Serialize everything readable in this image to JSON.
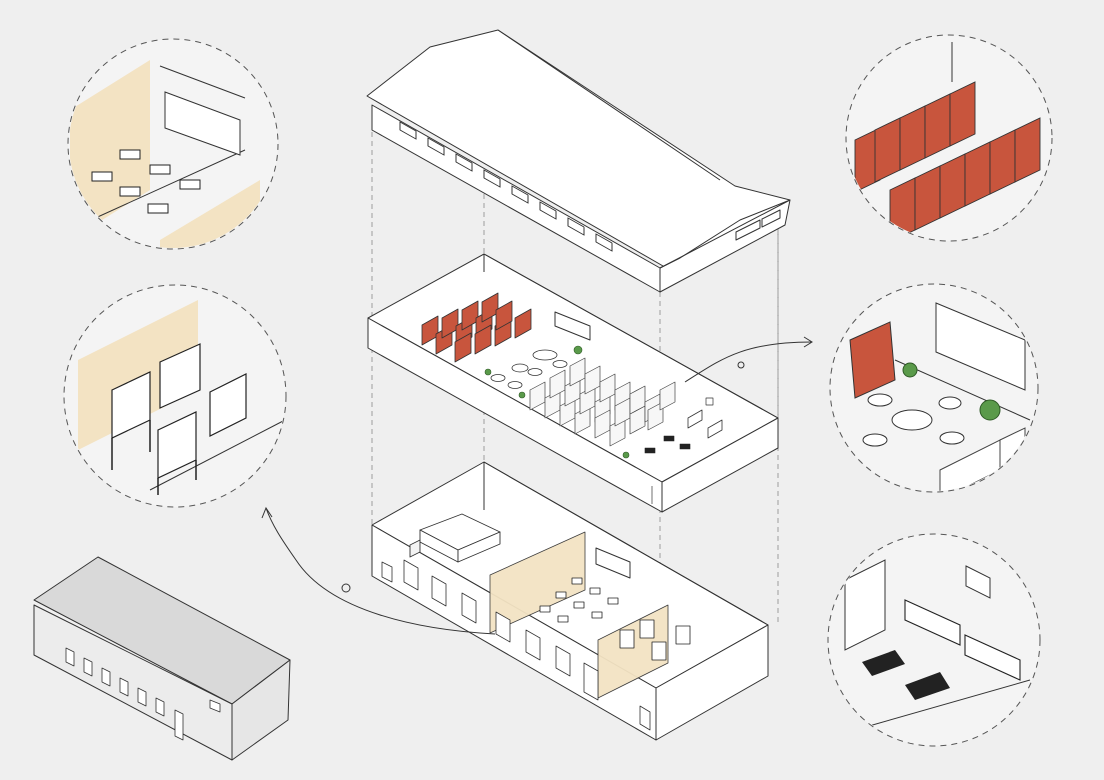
{
  "colors": {
    "background": "#efefef",
    "line": "#333333",
    "fill_white": "#ffffff",
    "bookshelf_red": "#c8553d",
    "partition_beige": "#f3e3c3",
    "plant_green": "#5a9a4a",
    "exterior_grey": "#e6e6e6",
    "roof_grey": "#d9d9d9",
    "dashed": "#555555"
  },
  "layers": [
    {
      "id": "roof",
      "description_icon": "roof-volume"
    },
    {
      "id": "upper-floor",
      "contents": [
        "bookshelves-red",
        "reading-nook",
        "stacks-grey",
        "chess-tables",
        "sofas"
      ]
    },
    {
      "id": "ground-floor",
      "contents": [
        "stage",
        "classroom",
        "gallery-panels",
        "partitions"
      ]
    }
  ],
  "detail_circles": [
    {
      "id": "classroom-detail",
      "icon": "classroom-desks-icon"
    },
    {
      "id": "gallery-detail",
      "icon": "exhibition-panels-icon"
    },
    {
      "id": "bookshelves-detail",
      "icon": "red-bookshelves-icon"
    },
    {
      "id": "reading-nook-detail",
      "icon": "reading-nook-icon"
    },
    {
      "id": "chess-lounge-detail",
      "icon": "chess-lounge-icon"
    }
  ],
  "context_building": {
    "icon": "existing-building-icon"
  }
}
